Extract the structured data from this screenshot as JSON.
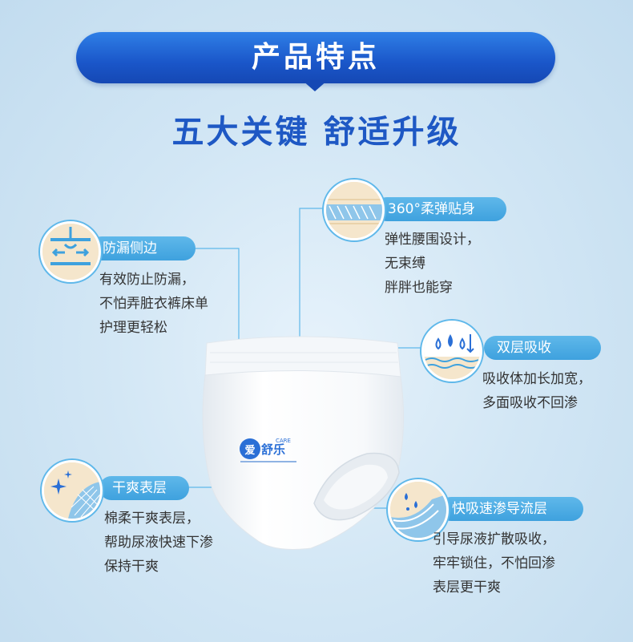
{
  "header": {
    "title": "产品特点",
    "subtitle": "五大关键 舒适升级"
  },
  "features": {
    "side_leak": {
      "label": "防漏侧边",
      "lines": [
        "有效防止防漏，",
        "不怕弄脏衣裤床单",
        "护理更轻松"
      ]
    },
    "fit360": {
      "label": "360°柔弹贴身",
      "lines": [
        "弹性腰围设计，",
        "无束缚",
        "胖胖也能穿"
      ]
    },
    "double_absorb": {
      "label": "双层吸收",
      "lines": [
        "吸收体加长加宽，",
        "多面吸收不回渗"
      ]
    },
    "dry_surface": {
      "label": "干爽表层",
      "lines": [
        "棉柔干爽表层，",
        "帮助尿液快速下渗",
        "保持干爽"
      ]
    },
    "fast_absorb": {
      "label": "快吸速渗导流层",
      "lines": [
        "引导尿液扩散吸收，",
        "牢牢锁住，不怕回渗",
        "表层更干爽"
      ]
    }
  },
  "product": {
    "brand": "爱舒乐",
    "brand_tag": "CARE"
  },
  "colors": {
    "banner": "#1a56c9",
    "subtitle": "#1e58c4",
    "pill": "#3ea1de",
    "badge_bg": "#f5e6cc",
    "text": "#333333"
  }
}
